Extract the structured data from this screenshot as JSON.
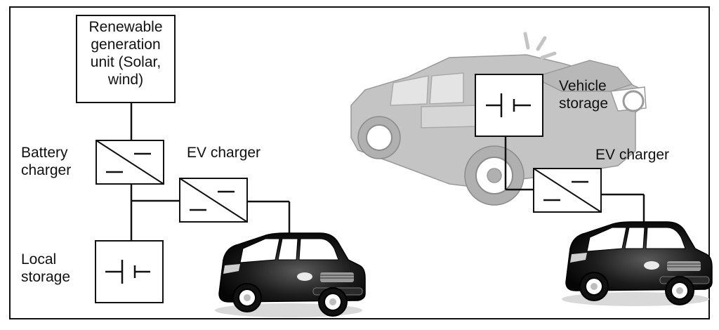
{
  "left_system": {
    "generation_unit": {
      "lines": [
        "Renewable",
        "generation",
        "unit (Solar,",
        "wind)"
      ]
    },
    "battery_charger": {
      "lines": [
        "Battery",
        "charger"
      ]
    },
    "ev_charger": {
      "label": "EV charger"
    },
    "local_storage": {
      "lines": [
        "Local",
        "storage"
      ]
    }
  },
  "right_system": {
    "vehicle_storage": {
      "lines": [
        "Vehicle",
        "storage"
      ]
    },
    "ev_charger": {
      "label": "EV charger"
    }
  },
  "icons": {
    "converter": "dc-dc-converter-icon",
    "storage": "battery-icon",
    "car": "suv-icon",
    "truck": "tow-truck-icon"
  },
  "colors": {
    "line": "#111111",
    "truck": "#c4c4c4",
    "car_body": "#1a1a1a"
  }
}
